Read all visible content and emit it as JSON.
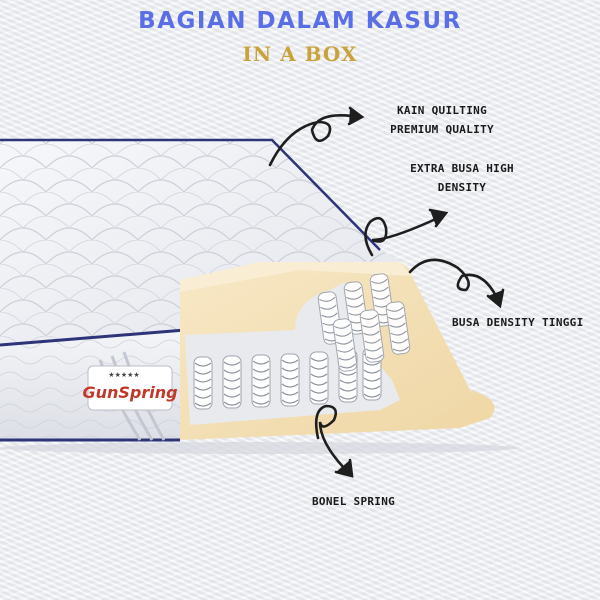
{
  "header": {
    "title": "BAGIAN DALAM KASUR",
    "subtitle": "IN A BOX"
  },
  "brand": {
    "logo_text": "GunSpring"
  },
  "callouts": {
    "quilting": [
      "KAIN QUILTING",
      "PREMIUM QUALITY"
    ],
    "extra_foam": [
      "EXTRA BUSA HIGH",
      "DENSITY"
    ],
    "density_foam": "BUSA DENSITY TINGGI",
    "spring": "BONEL SPRING"
  },
  "colors": {
    "title": "#5a6fe6",
    "subtitle": "#c9a23a",
    "foam": "#f3dfb4",
    "piping": "#2d3478"
  },
  "icons": [
    "curly-arrow-icon",
    "brand-logo",
    "coil-spring-icon"
  ]
}
